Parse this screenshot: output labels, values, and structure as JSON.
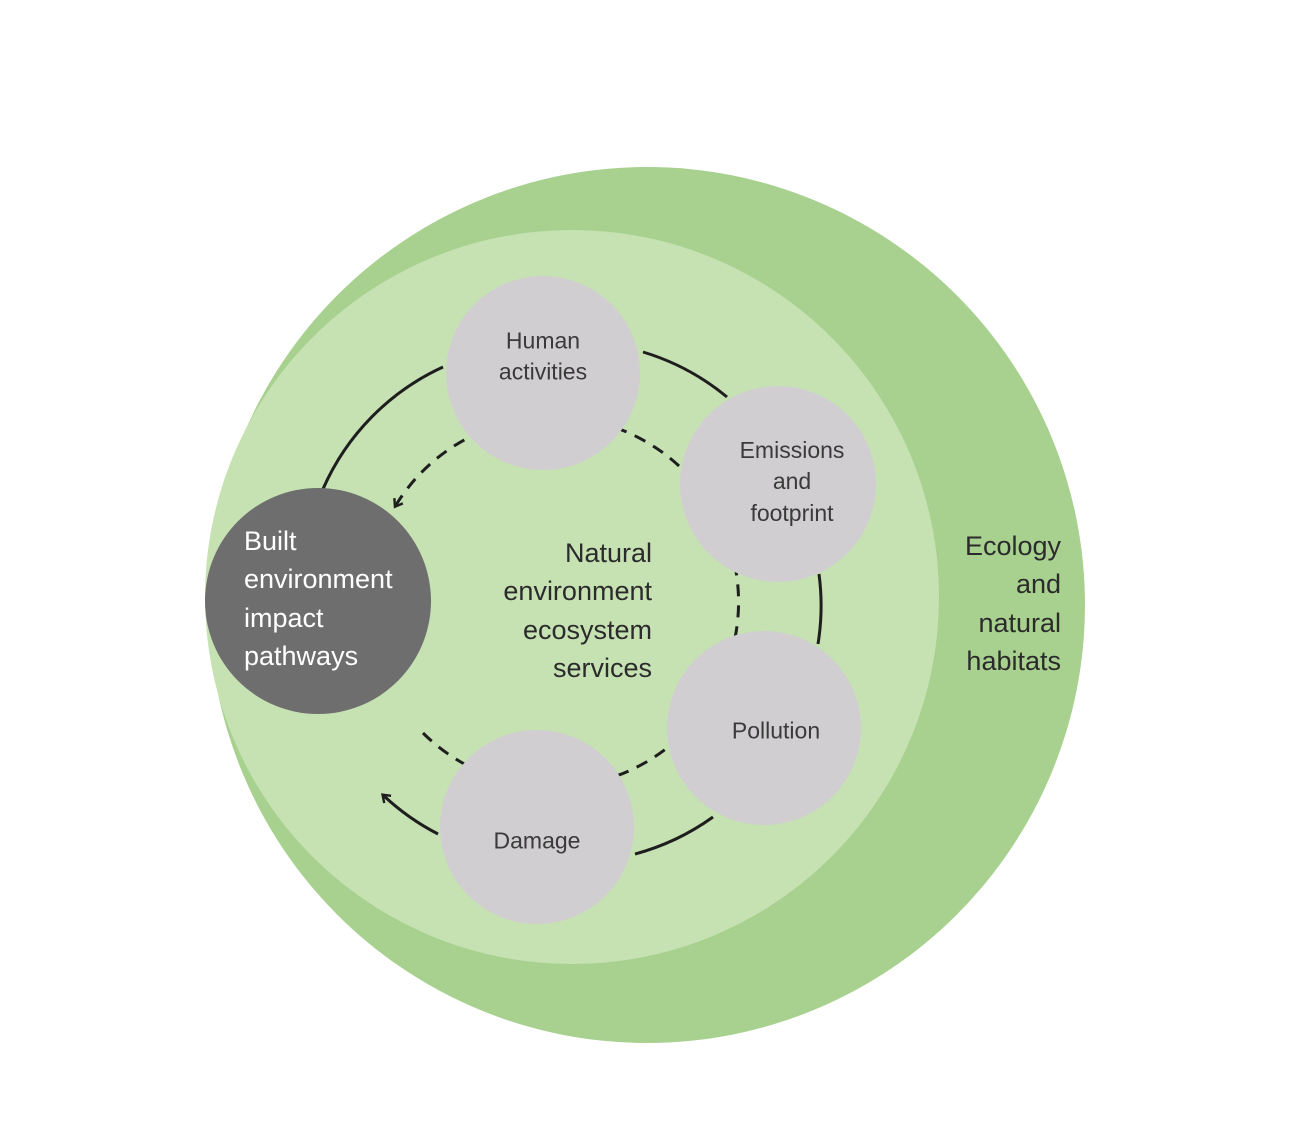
{
  "diagram": {
    "outer_ring_label": [
      "Ecology",
      "and",
      "natural",
      "habitats"
    ],
    "center_label": [
      "Natural",
      "environment",
      "ecosystem",
      "services"
    ],
    "built_environment_label": [
      "Built",
      "environment",
      "impact",
      "pathways"
    ],
    "nodes": {
      "human_activities": [
        "Human",
        "activities"
      ],
      "emissions": [
        "Emissions",
        "and",
        "footprint"
      ],
      "pollution": [
        "Pollution"
      ],
      "damage": [
        "Damage"
      ]
    },
    "colors": {
      "outer_ring": "#a8d18f",
      "inner_area": "#c6e2b3",
      "node_fill": "#d0ced0",
      "built_node_fill": "#6e6e6e",
      "arrow": "#1e1e1e"
    }
  }
}
